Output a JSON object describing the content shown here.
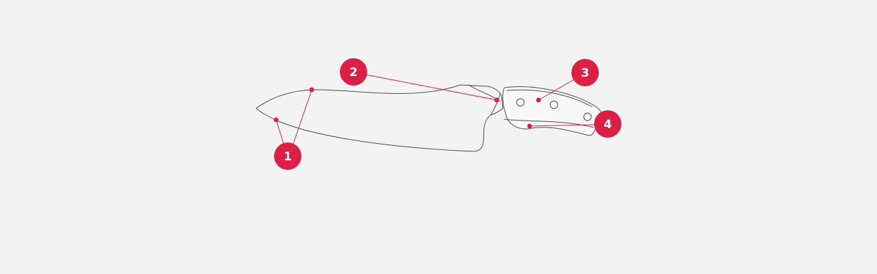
{
  "colors": {
    "background": "#f3f3f3",
    "accent": "#dc1f46",
    "outline": "#4a4a4a"
  },
  "callouts": [
    {
      "number": "1"
    },
    {
      "number": "2"
    },
    {
      "number": "3"
    },
    {
      "number": "4"
    }
  ]
}
